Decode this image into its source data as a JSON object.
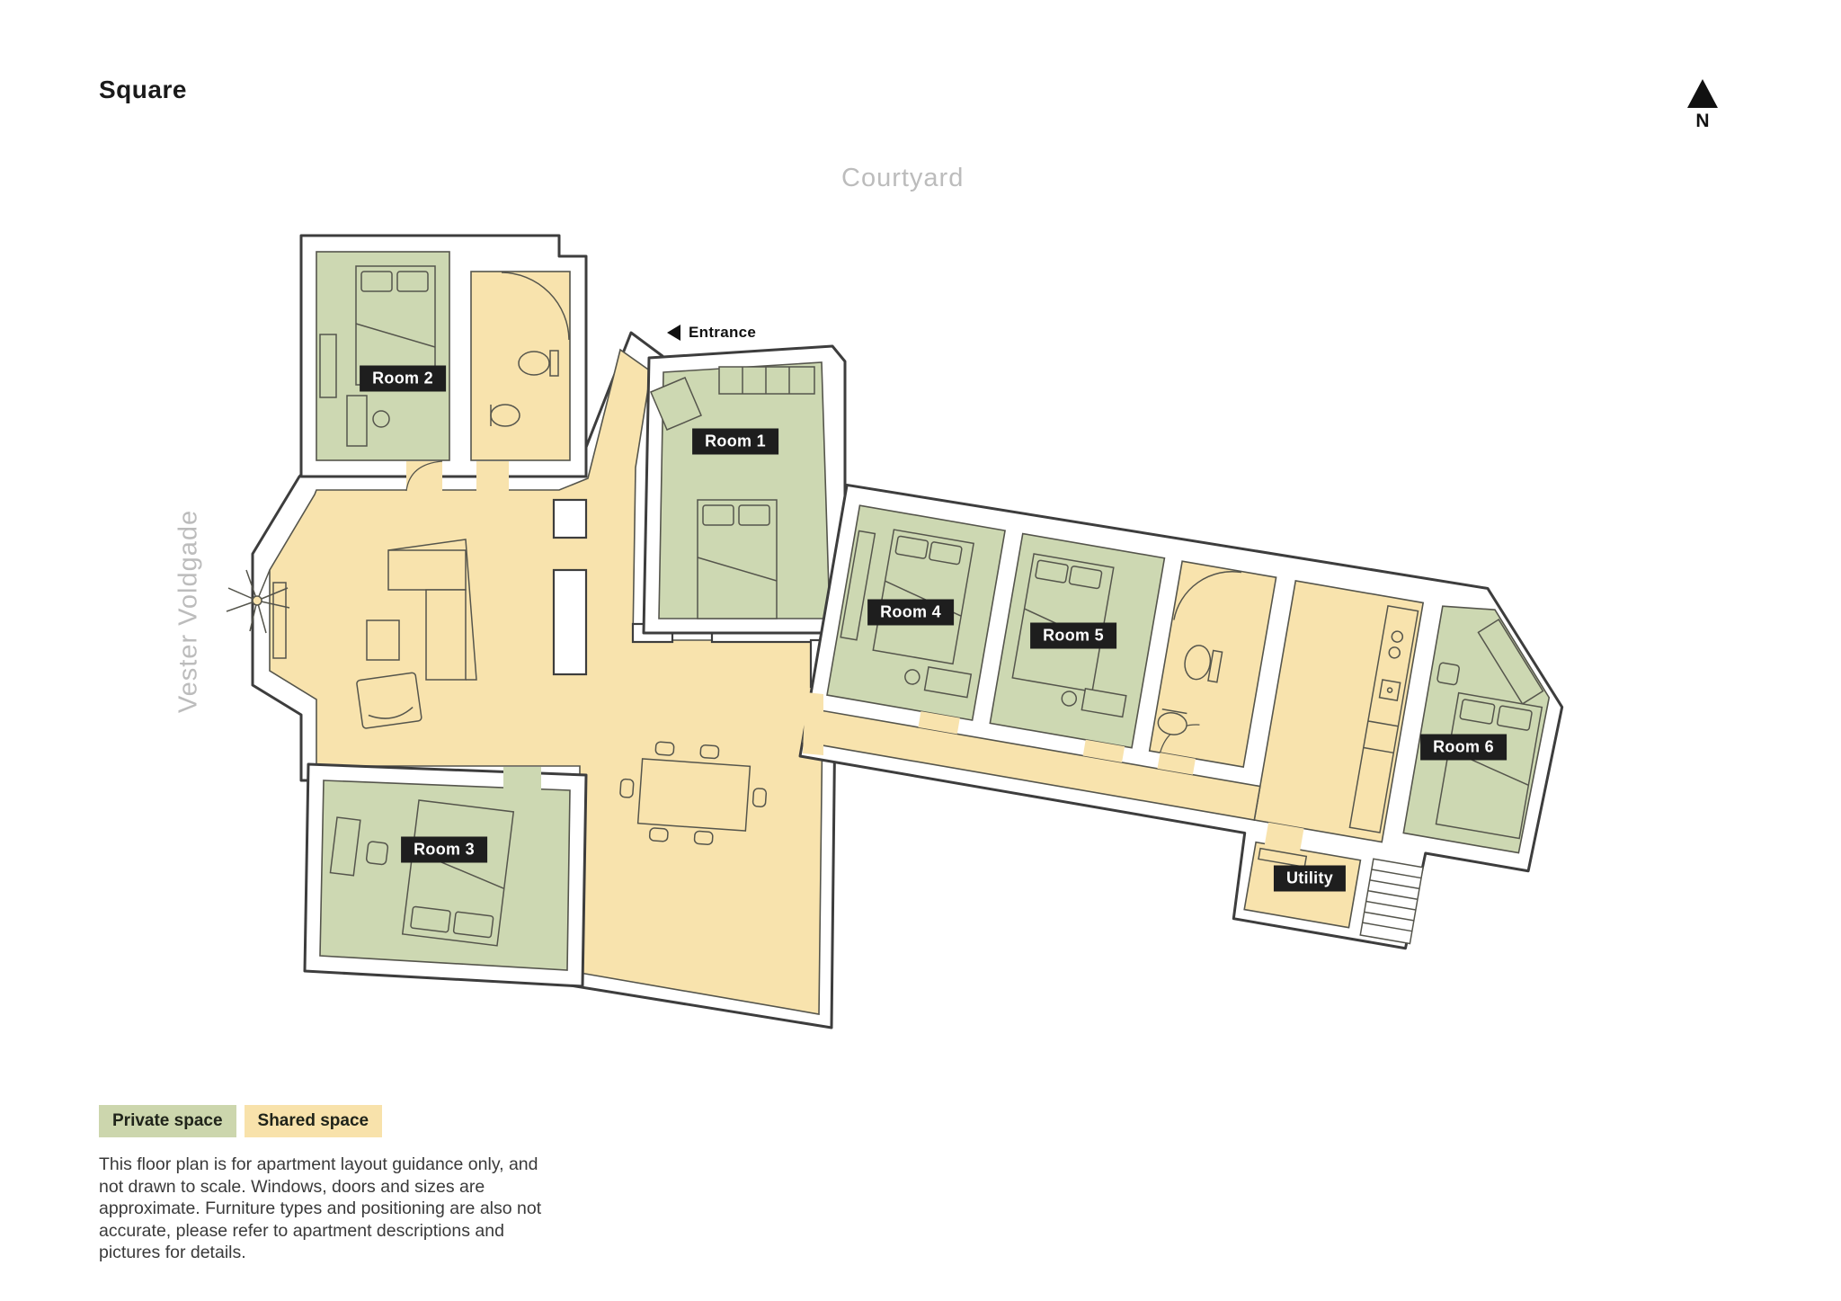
{
  "title": "Square",
  "compass": {
    "label": "N"
  },
  "context": {
    "courtyard_label": "Courtyard",
    "street_label": "Vester Voldgade"
  },
  "entrance": {
    "label": "Entrance"
  },
  "rooms": [
    {
      "id": "room-1",
      "label": "Room 1",
      "type": "private"
    },
    {
      "id": "room-2",
      "label": "Room 2",
      "type": "private"
    },
    {
      "id": "room-3",
      "label": "Room 3",
      "type": "private"
    },
    {
      "id": "room-4",
      "label": "Room 4",
      "type": "private"
    },
    {
      "id": "room-5",
      "label": "Room 5",
      "type": "private"
    },
    {
      "id": "room-6",
      "label": "Room 6",
      "type": "private"
    },
    {
      "id": "utility",
      "label": "Utility",
      "type": "shared"
    }
  ],
  "legend": [
    {
      "label": "Private space",
      "color": "#ccd6ad"
    },
    {
      "label": "Shared space",
      "color": "#f8e2ab"
    }
  ],
  "disclaimer": "This floor plan is for apartment layout guidance only, and not drawn to scale. Windows, doors and sizes are approximate. Furniture types and positioning are also not accurate, please refer to apartment descriptions and pictures for details.",
  "colors": {
    "private_space": "#cdd8b2",
    "shared_space": "#f8e3ad",
    "wall_outline": "#3d3d3d",
    "badge_background": "#1e1e1e",
    "badge_text": "#ffffff",
    "muted_text": "#bcbcbc"
  }
}
